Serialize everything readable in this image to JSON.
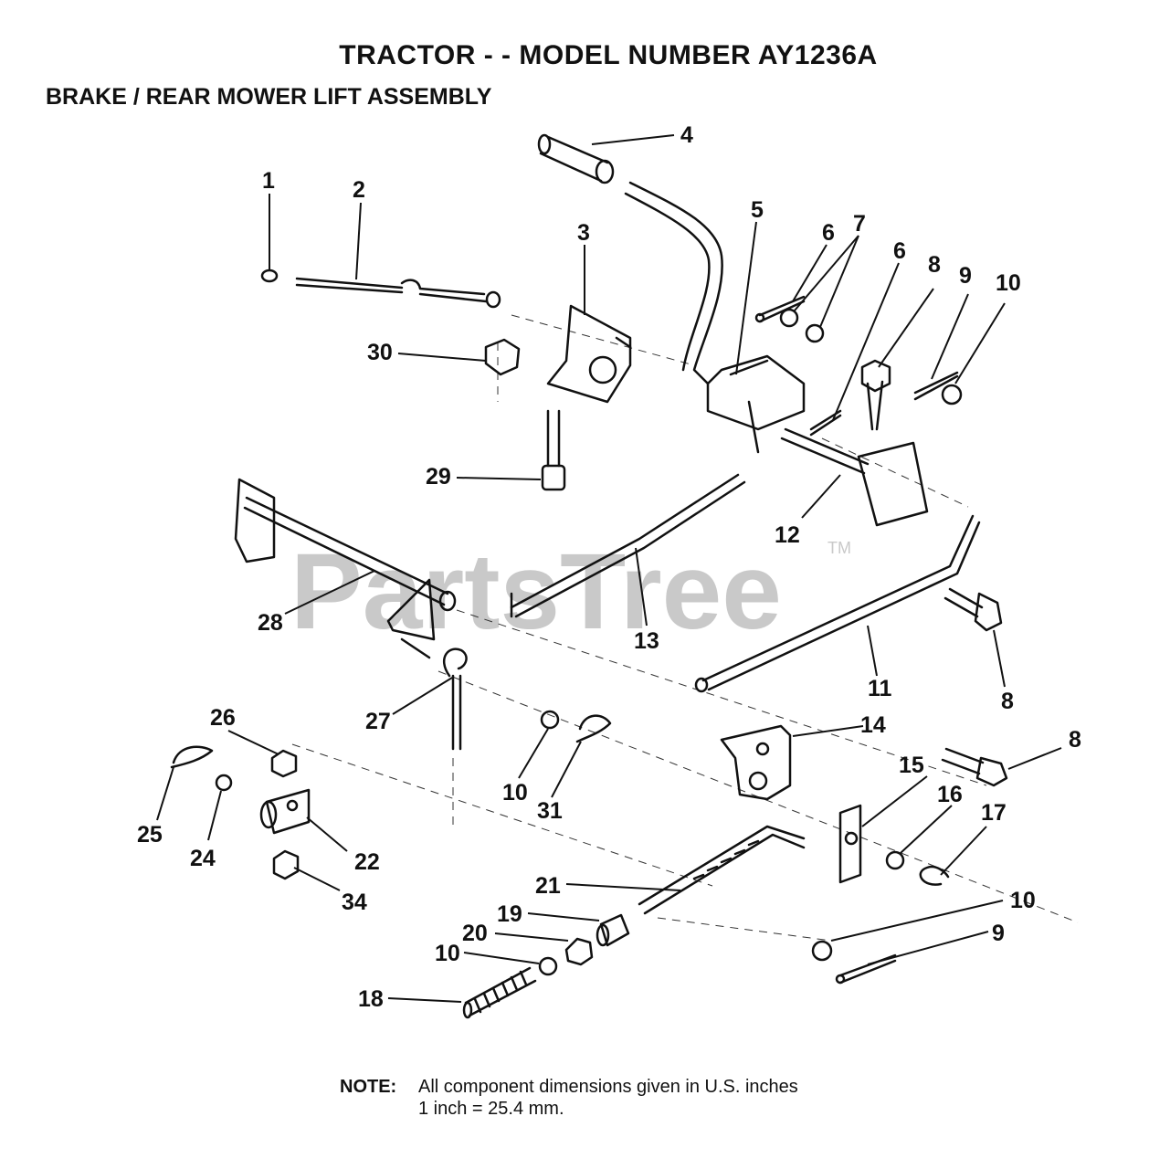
{
  "header": {
    "title": "TRACTOR - - MODEL NUMBER  AY1236A",
    "subtitle": "BRAKE / REAR MOWER LIFT ASSEMBLY"
  },
  "watermark": {
    "text": "PartsTree",
    "mark": "TM"
  },
  "callouts": [
    "1",
    "2",
    "3",
    "4",
    "5",
    "6",
    "7",
    "6",
    "8",
    "9",
    "10",
    "30",
    "29",
    "12",
    "28",
    "13",
    "11",
    "8",
    "27",
    "26",
    "10",
    "31",
    "14",
    "8",
    "25",
    "24",
    "22",
    "34",
    "15",
    "16",
    "17",
    "21",
    "10",
    "19",
    "20",
    "9",
    "10",
    "18"
  ],
  "note": {
    "label": "NOTE:",
    "line1": "All component dimensions given in U.S. inches",
    "line2": "1 inch = 25.4 mm."
  }
}
